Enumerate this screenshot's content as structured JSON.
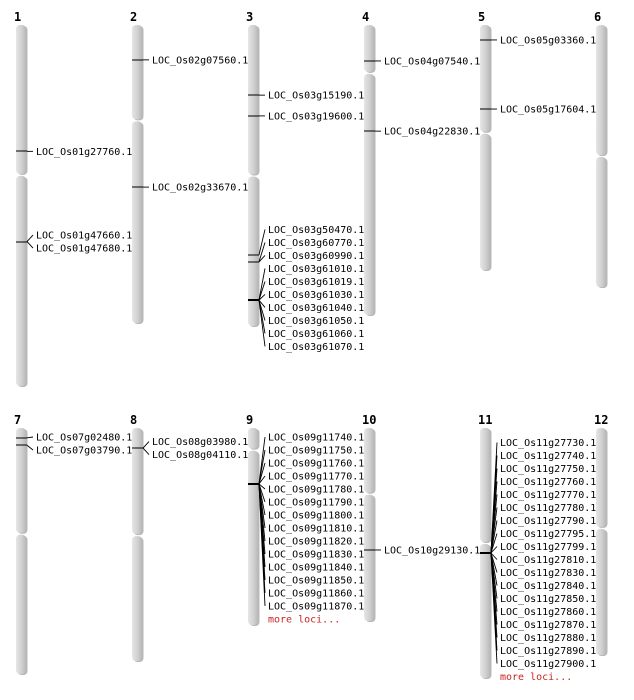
{
  "colors": {
    "chromosome": "#d4d4d4",
    "marker": "#000000",
    "more_link": "#cc2222"
  },
  "chromosomes": [
    {
      "number": "1",
      "length": 361,
      "centromere": 0.415,
      "loci": [
        {
          "label": "LOC_Os01g27760.1",
          "pos": 0.35
        },
        {
          "label": "LOC_Os01g47660.1",
          "pos": 0.6
        },
        {
          "label": "LOC_Os01g47680.1",
          "pos": 0.6
        }
      ]
    },
    {
      "number": "2",
      "length": 298,
      "centromere": 0.32,
      "loci": [
        {
          "label": "LOC_Os02g07560.1",
          "pos": 0.117
        },
        {
          "label": "LOC_Os02g33670.1",
          "pos": 0.544
        }
      ]
    },
    {
      "number": "3",
      "length": 301,
      "centromere": 0.5,
      "loci": [
        {
          "label": "LOC_Os03g15190.1",
          "pos": 0.233
        },
        {
          "label": "LOC_Os03g19600.1",
          "pos": 0.302
        },
        {
          "label": "LOC_Os03g50470.1",
          "pos": 0.764
        },
        {
          "label": "LOC_Os03g60770.1",
          "pos": 0.787
        },
        {
          "label": "LOC_Os03g60990.1",
          "pos": 0.787,
          "overlap": true
        },
        {
          "label": "LOC_Os03g61010.1",
          "pos": 0.914
        },
        {
          "label": "LOC_Os03g61019.1",
          "pos": 0.914
        },
        {
          "label": "LOC_Os03g61030.1",
          "pos": 0.914
        },
        {
          "label": "LOC_Os03g61040.1",
          "pos": 0.914
        },
        {
          "label": "LOC_Os03g61050.1",
          "pos": 0.914
        },
        {
          "label": "LOC_Os03g61060.1",
          "pos": 0.914
        },
        {
          "label": "LOC_Os03g61070.1",
          "pos": 0.914
        }
      ]
    },
    {
      "number": "4",
      "length": 290,
      "centromere": 0.165,
      "loci": [
        {
          "label": "LOC_Os04g07540.1",
          "pos": 0.124
        },
        {
          "label": "LOC_Os04g22830.1",
          "pos": 0.366
        }
      ]
    },
    {
      "number": "5",
      "length": 245,
      "centromere": 0.44,
      "loci": [
        {
          "label": "LOC_Os05g03360.1",
          "pos": 0.061
        },
        {
          "label": "LOC_Os05g17604.1",
          "pos": 0.343
        }
      ]
    },
    {
      "number": "6",
      "length": 262,
      "centromere": 0.5,
      "loci": []
    },
    {
      "number": "7",
      "length": 246,
      "centromere": 0.43,
      "loci": [
        {
          "label": "LOC_Os07g02480.1",
          "pos": 0.04
        },
        {
          "label": "LOC_Os07g03790.1",
          "pos": 0.07
        }
      ]
    },
    {
      "number": "8",
      "length": 233,
      "centromere": 0.46,
      "loci": [
        {
          "label": "LOC_Os08g03980.1",
          "pos": 0.086
        },
        {
          "label": "LOC_Os08g04110.1",
          "pos": 0.086
        }
      ]
    },
    {
      "number": "9",
      "length": 197,
      "centromere": 0.11,
      "more": "more loci...",
      "loci": [
        {
          "label": "LOC_Os09g11740.1",
          "pos": 0.284
        },
        {
          "label": "LOC_Os09g11750.1",
          "pos": 0.284
        },
        {
          "label": "LOC_Os09g11760.1",
          "pos": 0.284
        },
        {
          "label": "LOC_Os09g11770.1",
          "pos": 0.284
        },
        {
          "label": "LOC_Os09g11780.1",
          "pos": 0.284
        },
        {
          "label": "LOC_Os09g11790.1",
          "pos": 0.284
        },
        {
          "label": "LOC_Os09g11800.1",
          "pos": 0.284
        },
        {
          "label": "LOC_Os09g11810.1",
          "pos": 0.284
        },
        {
          "label": "LOC_Os09g11820.1",
          "pos": 0.284
        },
        {
          "label": "LOC_Os09g11830.1",
          "pos": 0.284
        },
        {
          "label": "LOC_Os09g11840.1",
          "pos": 0.284
        },
        {
          "label": "LOC_Os09g11850.1",
          "pos": 0.284
        },
        {
          "label": "LOC_Os09g11860.1",
          "pos": 0.284
        },
        {
          "label": "LOC_Os09g11870.1",
          "pos": 0.284
        }
      ]
    },
    {
      "number": "10",
      "length": 193,
      "centromere": 0.34,
      "loci": [
        {
          "label": "LOC_Os10g29130.1",
          "pos": 0.632
        }
      ]
    },
    {
      "number": "11",
      "length": 250,
      "centromere": 0.46,
      "more": "more loci...",
      "loci": [
        {
          "label": "LOC_Os11g27730.1",
          "pos": 0.5
        },
        {
          "label": "LOC_Os11g27740.1",
          "pos": 0.5
        },
        {
          "label": "LOC_Os11g27750.1",
          "pos": 0.5
        },
        {
          "label": "LOC_Os11g27760.1",
          "pos": 0.5
        },
        {
          "label": "LOC_Os11g27770.1",
          "pos": 0.5
        },
        {
          "label": "LOC_Os11g27780.1",
          "pos": 0.5
        },
        {
          "label": "LOC_Os11g27790.1",
          "pos": 0.5
        },
        {
          "label": "LOC_Os11g27795.1",
          "pos": 0.5
        },
        {
          "label": "LOC_Os11g27799.1",
          "pos": 0.5
        },
        {
          "label": "LOC_Os11g27810.1",
          "pos": 0.5
        },
        {
          "label": "LOC_Os11g27830.1",
          "pos": 0.5
        },
        {
          "label": "LOC_Os11g27840.1",
          "pos": 0.5
        },
        {
          "label": "LOC_Os11g27850.1",
          "pos": 0.5
        },
        {
          "label": "LOC_Os11g27860.1",
          "pos": 0.5
        },
        {
          "label": "LOC_Os11g27870.1",
          "pos": 0.5
        },
        {
          "label": "LOC_Os11g27880.1",
          "pos": 0.5
        },
        {
          "label": "LOC_Os11g27890.1",
          "pos": 0.5
        },
        {
          "label": "LOC_Os11g27900.1",
          "pos": 0.5
        }
      ]
    },
    {
      "number": "12",
      "length": 227,
      "centromere": 0.44,
      "loci": []
    }
  ]
}
